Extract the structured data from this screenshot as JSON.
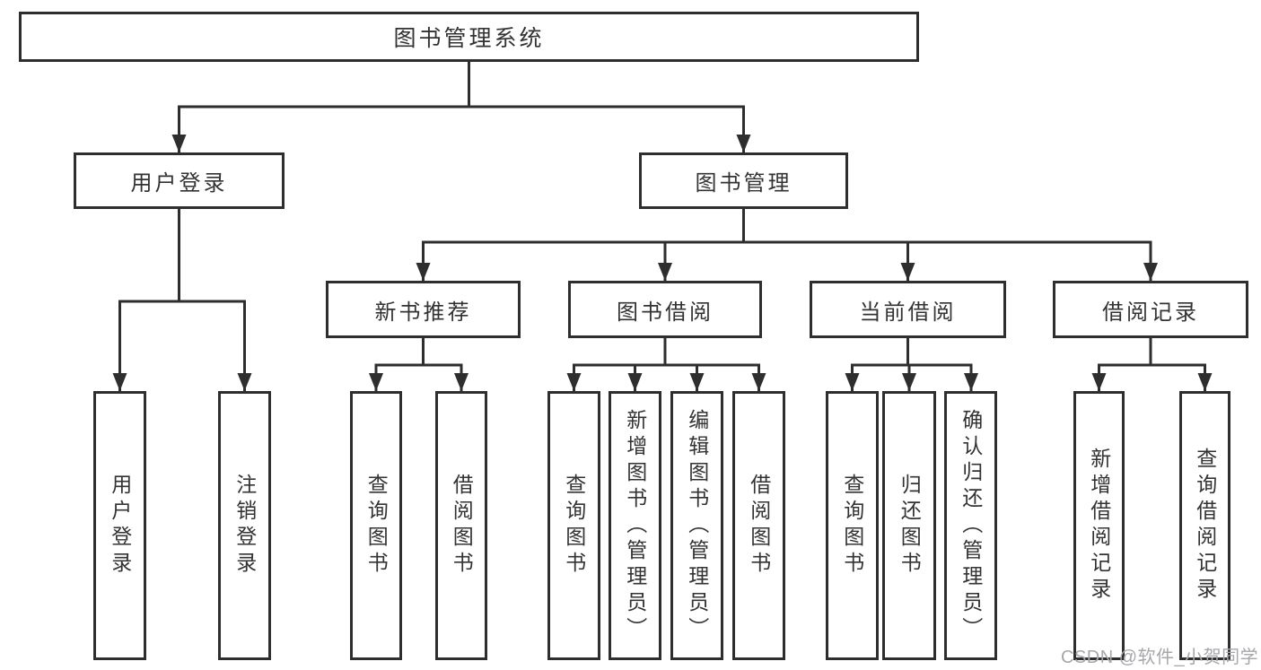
{
  "diagram": {
    "root": {
      "label": "图书管理系统"
    },
    "level2": [
      {
        "label": "用户登录"
      },
      {
        "label": "图书管理"
      }
    ],
    "level3": [
      {
        "label": "新书推荐",
        "parent": "图书管理"
      },
      {
        "label": "图书借阅",
        "parent": "图书管理"
      },
      {
        "label": "当前借阅",
        "parent": "图书管理"
      },
      {
        "label": "借阅记录",
        "parent": "图书管理"
      }
    ],
    "leaves": [
      {
        "label": "用户登录",
        "parent": "用户登录"
      },
      {
        "label": "注销登录",
        "parent": "用户登录"
      },
      {
        "label": "查询图书",
        "parent": "新书推荐"
      },
      {
        "label": "借阅图书",
        "parent": "新书推荐"
      },
      {
        "label": "查询图书",
        "parent": "图书借阅"
      },
      {
        "label": "新增图书（管理员）",
        "parent": "图书借阅"
      },
      {
        "label": "编辑图书（管理员）",
        "parent": "图书借阅"
      },
      {
        "label": "借阅图书",
        "parent": "图书借阅"
      },
      {
        "label": "查询图书",
        "parent": "当前借阅"
      },
      {
        "label": "归还图书",
        "parent": "当前借阅"
      },
      {
        "label": "确认归还（管理员）",
        "parent": "当前借阅"
      },
      {
        "label": "新增借阅记录",
        "parent": "借阅记录"
      },
      {
        "label": "查询借阅记录",
        "parent": "借阅记录"
      }
    ]
  },
  "watermark": {
    "text": "CSDN @软件_小贺同学"
  },
  "colors": {
    "line": "#2e2e2e",
    "box_fill": "#ffffff",
    "text": "#333333",
    "background": "#ffffff",
    "watermark": "#a7a7ac"
  }
}
